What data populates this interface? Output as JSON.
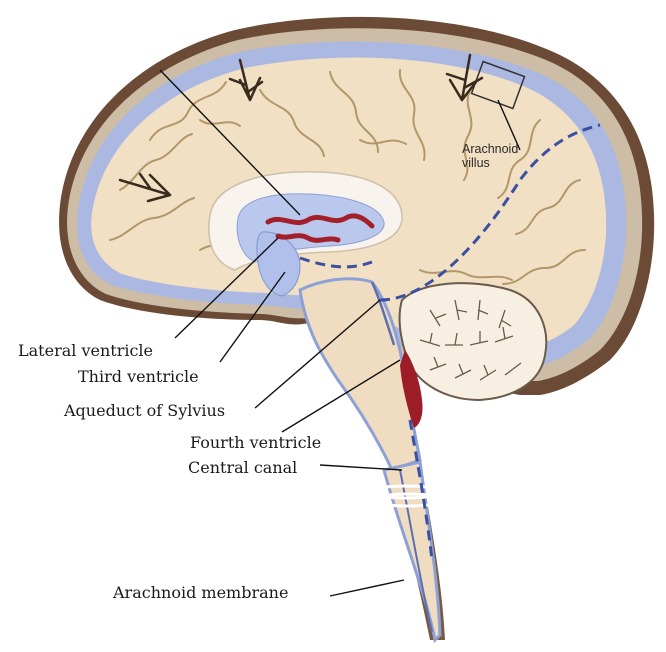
{
  "labels": {
    "arachnoid_villus_line1": "Arachnoid",
    "arachnoid_villus_line2": "villus",
    "lateral_ventricle": "Lateral ventricle",
    "third_ventricle": "Third ventricle",
    "aqueduct_of_sylvius": "Aqueduct of Sylvius",
    "fourth_ventricle": "Fourth ventricle",
    "central_canal": "Central canal",
    "arachnoid_membrane": "Arachnoid membrane"
  },
  "colors": {
    "scalp": "#5a3a2a",
    "skull": "#c9b7a0",
    "csf_space": "#a9b7e0",
    "csf_dark": "#3b4fa3",
    "brain_tissue": "#f0dfc4",
    "sulci": "#b79a72",
    "ventricle": "#b9c8ec",
    "choroid_plexus": "#a3202a",
    "cerebellum": "#f6efe2",
    "leader_line": "#111111"
  }
}
